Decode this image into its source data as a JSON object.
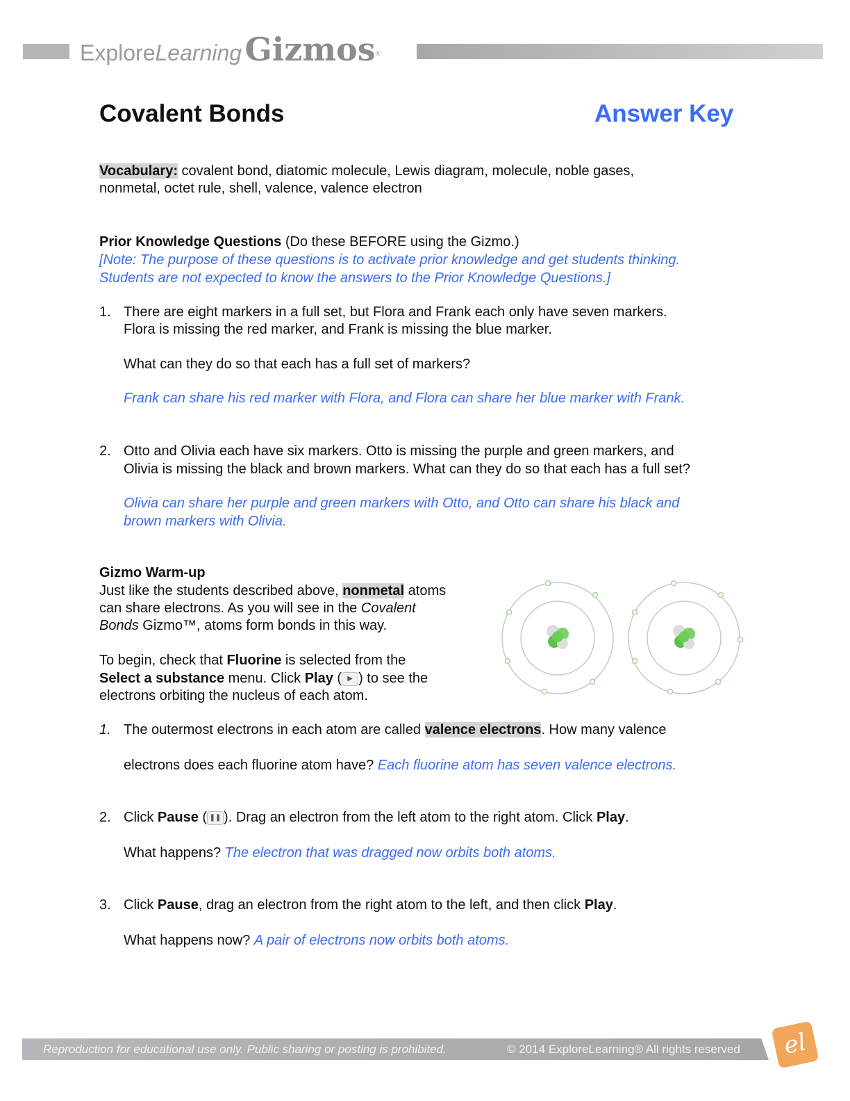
{
  "header": {
    "brand_left": "Explore",
    "brand_mid": "Learning",
    "brand_gizmos": "Gizmos",
    "reg": "®"
  },
  "title": "Covalent Bonds",
  "answer_key": "Answer Key",
  "vocab": {
    "label": "Vocabulary:",
    "line1": " covalent bond, diatomic molecule, Lewis diagram, molecule, noble gases,",
    "line2": "nonmetal, octet rule, shell, valence, valence electron"
  },
  "prior": {
    "heading": "Prior Knowledge Questions",
    "heading_note": " (Do these BEFORE using the Gizmo.)",
    "note1": "[Note: The purpose of these questions is to activate prior knowledge and get students thinking.",
    "note2": "Students are not expected to know the answers to the Prior Knowledge Questions.]",
    "q1": {
      "num": "1.",
      "l1": "There are eight markers in a full set, but Flora and Frank each only have seven markers.",
      "l2": "Flora is missing the red marker, and Frank is missing the blue marker.",
      "l3": "What can they do so that each has a full set of markers?",
      "a1": "Frank can share his red marker with Flora, and Flora can share her blue marker with Frank."
    },
    "q2": {
      "num": "2.",
      "l1": "Otto and Olivia each have six markers. Otto is missing the purple and green markers, and",
      "l2": "Olivia is missing the black and brown markers. What can they do so that each has a full set?",
      "a1": "Olivia can share her purple and green markers with Otto, and Otto can share his black and",
      "a2": "brown markers with Olivia."
    }
  },
  "warmup": {
    "heading": "Gizmo Warm-up",
    "p1a": "Just like the students described above, ",
    "p1b": "nonmetal",
    "p1c": " atoms",
    "p2a": "can share electrons. As you will see in the ",
    "p2b": "Covalent",
    "p3a": "Bonds",
    "p3b": " Gizmo™, atoms form bonds in this way.",
    "p4a": "To begin, check that ",
    "p4b": "Fluorine",
    "p4c": " is selected from the",
    "p5a": "Select a substance",
    "p5b": " menu. Click ",
    "p5c": "Play",
    "p5d": " (",
    "p5e": ") to see the",
    "p6": "electrons orbiting the nucleus of each atom.",
    "q1": {
      "num": "1.",
      "a": "The outermost electrons in each atom are called ",
      "b": "valence electrons",
      "c": ". How many valence",
      "d": "electrons does each fluorine atom have? ",
      "ans": "Each fluorine atom has seven valence electrons."
    },
    "q2": {
      "num": "2.",
      "a": "Click ",
      "b": "Pause",
      "c": " (",
      "d": "). Drag an electron from the left atom to the right atom. Click ",
      "e": "Play",
      "f": ".",
      "g": "What happens? ",
      "ans": "The electron that was dragged now orbits both atoms."
    },
    "q3": {
      "num": "3.",
      "a": "Click ",
      "b": "Pause",
      "c": ", drag an electron from the right atom to the left, and then click ",
      "d": "Play",
      "e": ".",
      "g": "What happens now? ",
      "ans": "A pair of electrons now orbits both atoms."
    }
  },
  "footer": {
    "left": "Reproduction for educational use only. Public sharing or posting is prohibited.",
    "right": "© 2014 ExploreLearning® All rights reserved",
    "logo": "el"
  },
  "colors": {
    "accent": "#3b6cf5",
    "gray": "#a9abaf",
    "logo": "#f2a65a"
  }
}
